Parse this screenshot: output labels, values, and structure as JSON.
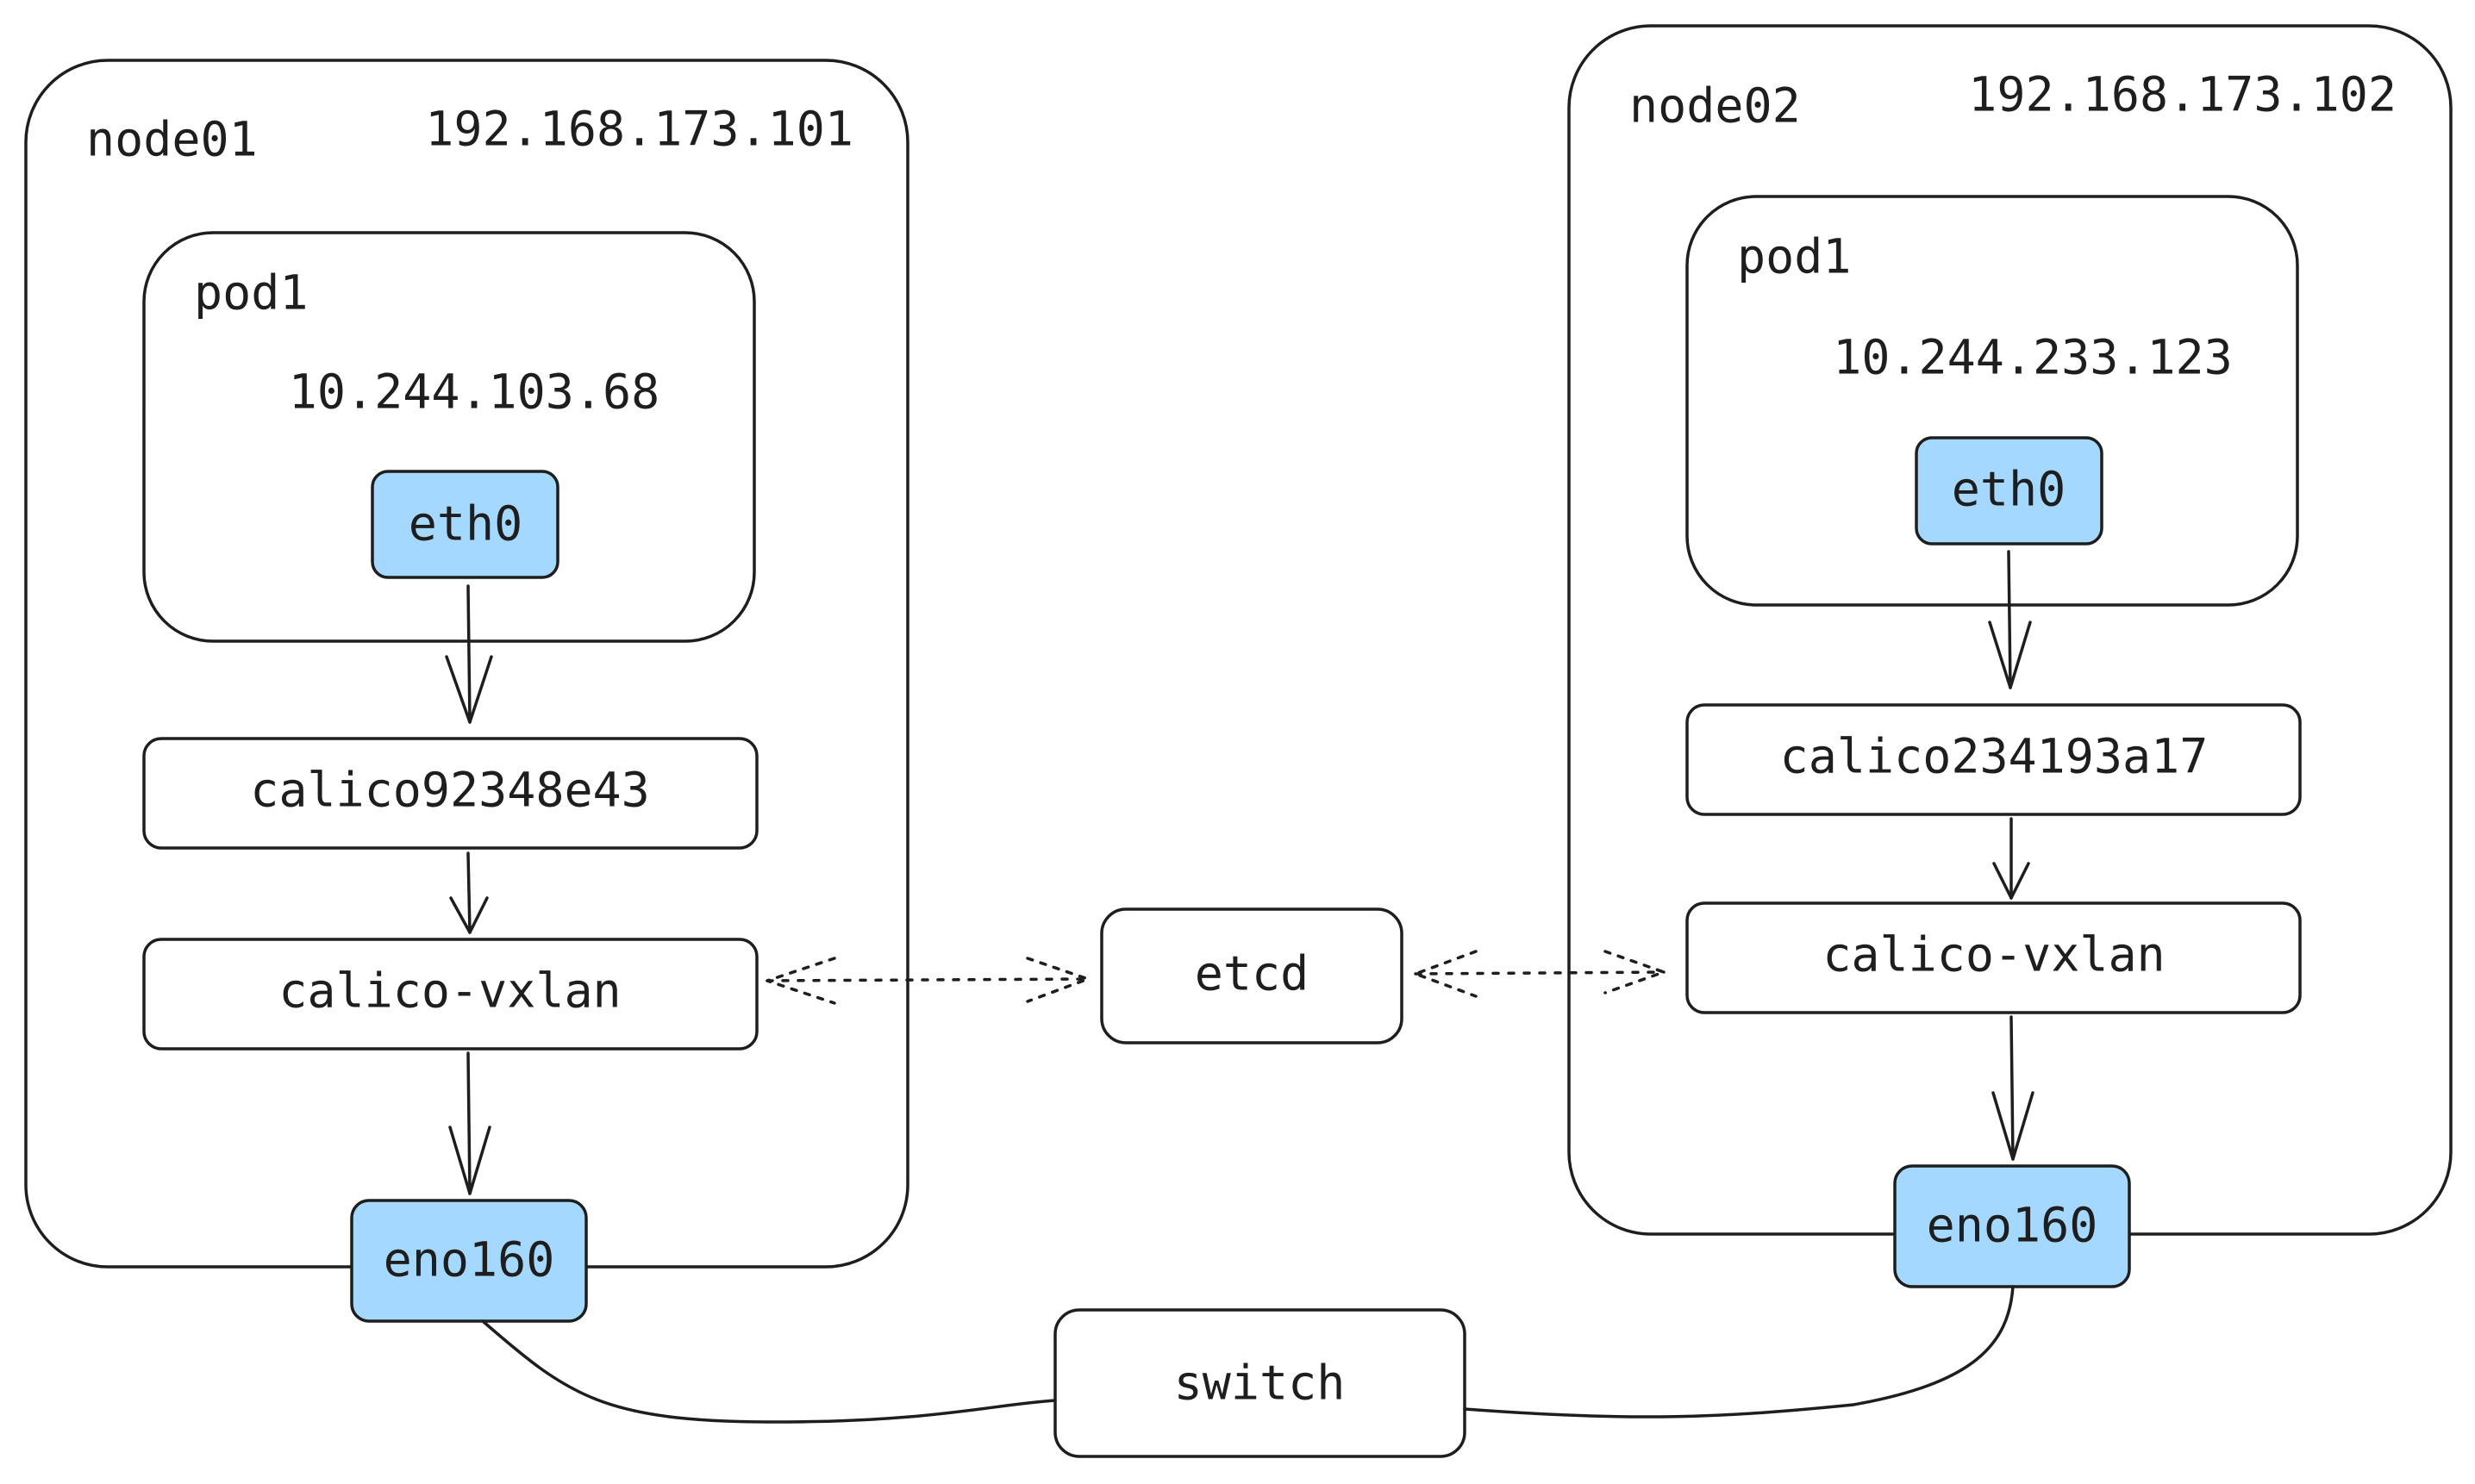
{
  "colors": {
    "stroke": "#1e1e1e",
    "interface_fill": "#a5d8ff",
    "background": "#ffffff"
  },
  "nodes": [
    {
      "name": "node01",
      "ip": "192.168.173.101",
      "pod": {
        "label": "pod1",
        "ip": "10.244.103.68",
        "interface": "eth0"
      },
      "veth": "calico92348e43",
      "vxlan": "calico-vxlan",
      "nic": "eno160"
    },
    {
      "name": "node02",
      "ip": "192.168.173.102",
      "pod": {
        "label": "pod1",
        "ip": "10.244.233.123",
        "interface": "eth0"
      },
      "veth": "calico234193a17",
      "vxlan": "calico-vxlan",
      "nic": "eno160"
    }
  ],
  "etcd": "etcd",
  "switch": "switch"
}
